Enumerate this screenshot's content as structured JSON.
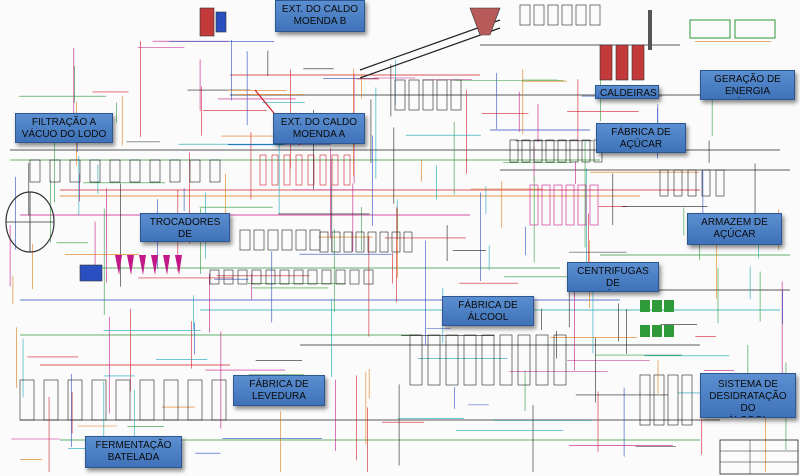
{
  "labels": {
    "ext_caldo_moenda_b": "EXT. DO CALDO\nMOENDA B",
    "geracao_energia": "GERAÇÃO DE\nENERGIA ELÉTRICA",
    "caldeiras": "CALDEIRAS",
    "filtracao_lodo": "FILTRAÇÃO A\nVÁCUO DO LODO",
    "ext_caldo_moenda_a": "EXT. DO CALDO\nMOENDA A",
    "fabrica_acucar": "FÁBRICA DE\nAÇÚCAR",
    "trocadores_calor": "TROCADORES DE\nCALOR",
    "armazem_acucar": "ARMAZEM DE\nAÇÚCAR",
    "centrifugas_acucar": "CENTRIFUGAS DE\nAÇÚCAR",
    "fabrica_alcool": "FÁBRICA DE\nÁLCOOL",
    "fabrica_levedura": "FÁBRICA DE\nLEVEDURA",
    "sistema_desidratacao": "SISTEMA DE\nDESIDRATAÇÃO DO\nÁLCOOL",
    "fermentacao_batelada": "FERMENTAÇÃO\nBATELADA"
  },
  "colors": {
    "label_fill": "#4a7fc4",
    "pipe_red": "#d0202a",
    "pipe_green": "#2e9a3a",
    "pipe_blue": "#2a4fc0",
    "pipe_magenta": "#c2188a",
    "pipe_orange": "#e07a12",
    "pipe_cyan": "#1aa6b8",
    "line_dark": "#222222"
  }
}
